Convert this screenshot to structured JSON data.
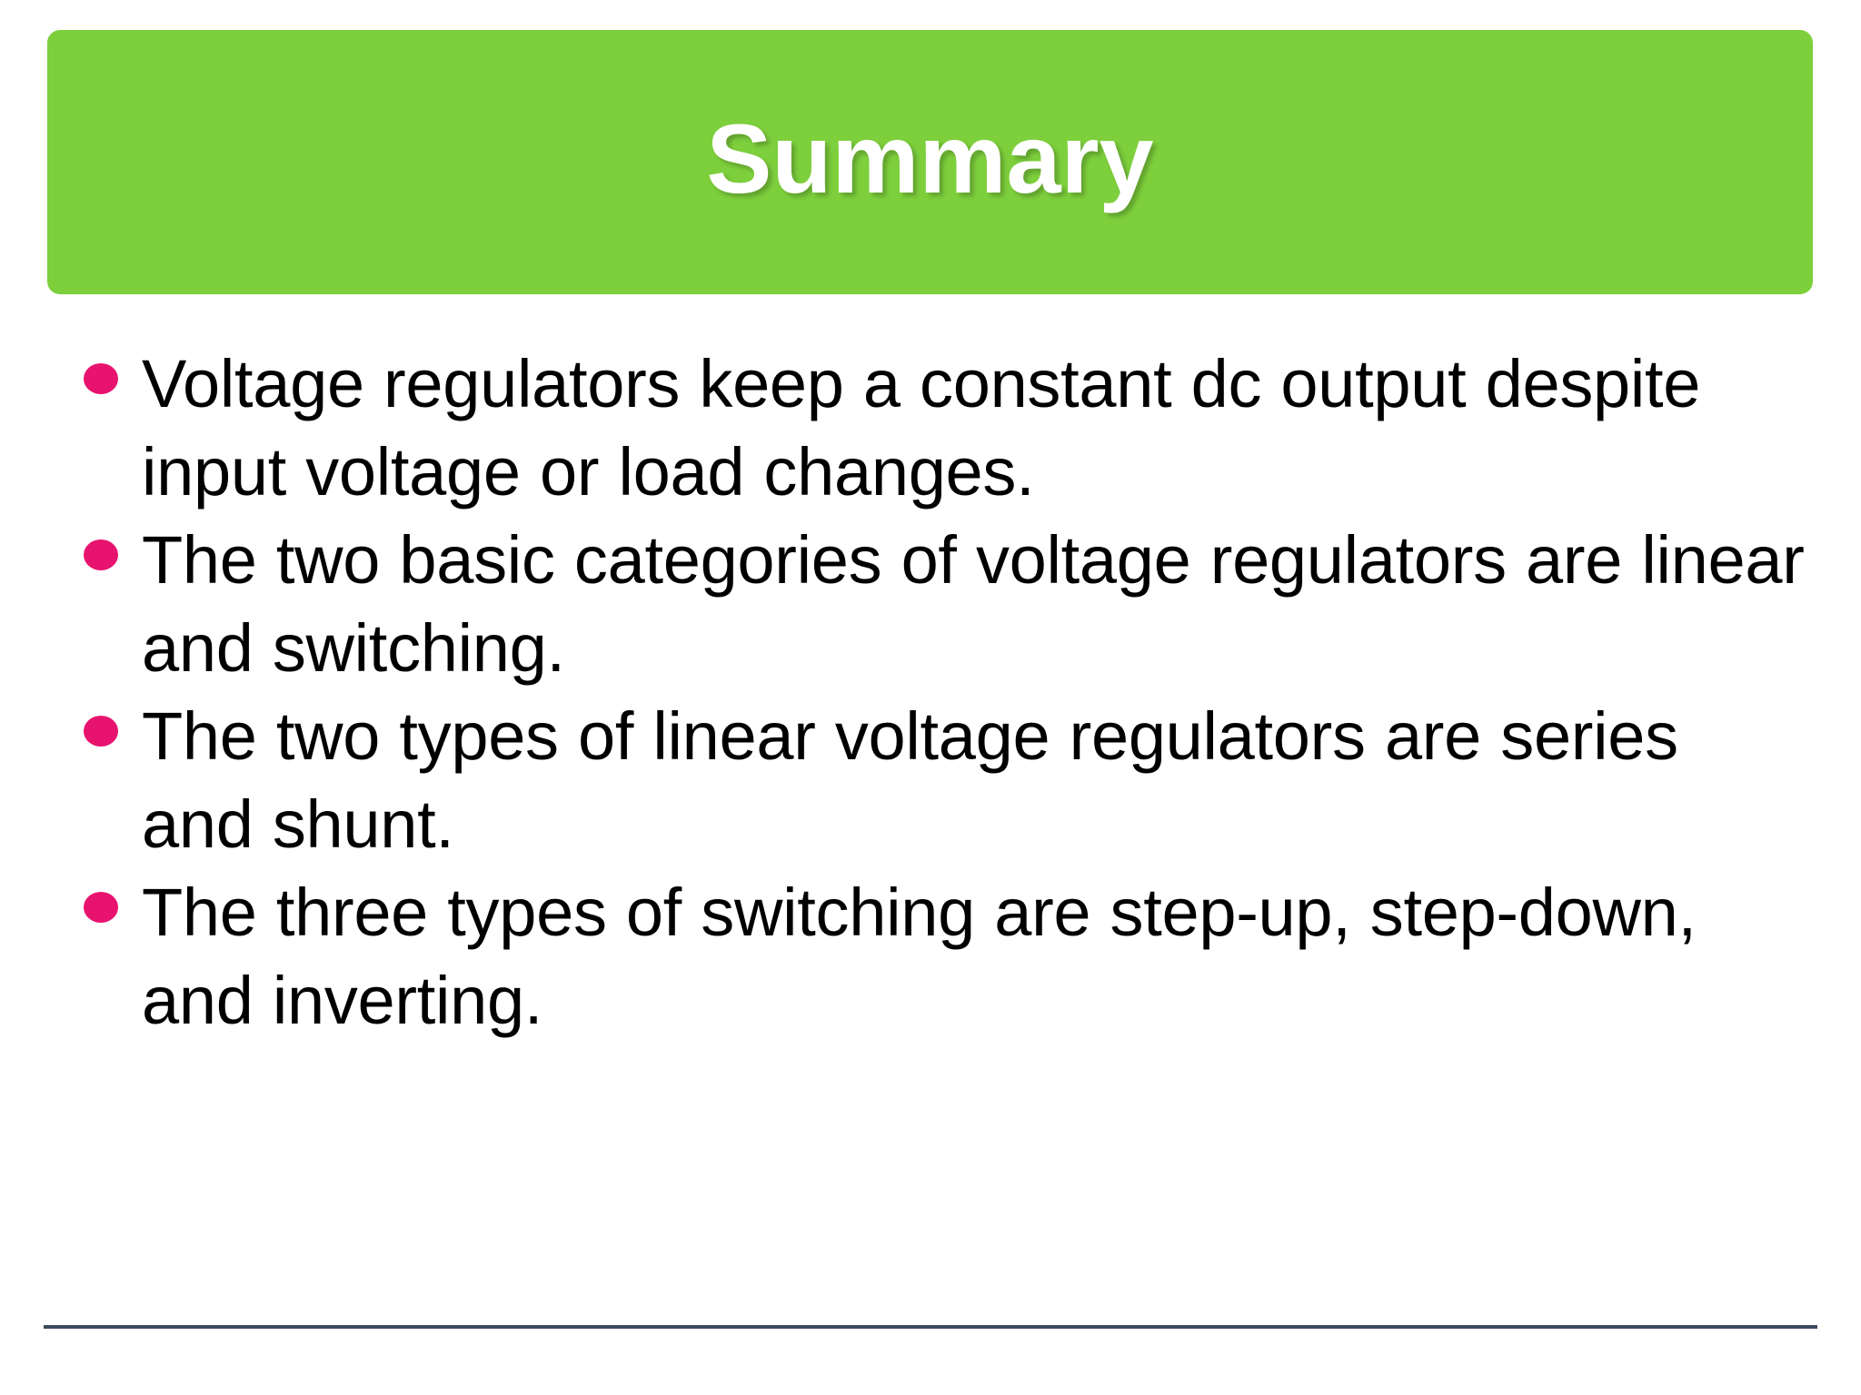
{
  "slide": {
    "title": "Summary",
    "title_bar_color": "#7DCF3C",
    "title_text_color": "#FFFFFF",
    "background_color": "#FFFFFF",
    "bullet_marker_color": "#E8136E",
    "body_text_color": "#000000",
    "rule_color": "#3E4A5E",
    "bullets": [
      {
        "marker": "disc-bullet-icon",
        "text": "Voltage regulators keep a constant dc output despite input voltage or load changes."
      },
      {
        "marker": "disc-bullet-icon",
        "text": "The two basic categories of voltage regulators are linear and switching."
      },
      {
        "marker": "disc-bullet-icon",
        "text": "The two types of linear voltage regulators are series and shunt."
      },
      {
        "marker": "disc-bullet-icon",
        "text": "The three types of switching are step-up, step-down, and inverting."
      }
    ]
  }
}
